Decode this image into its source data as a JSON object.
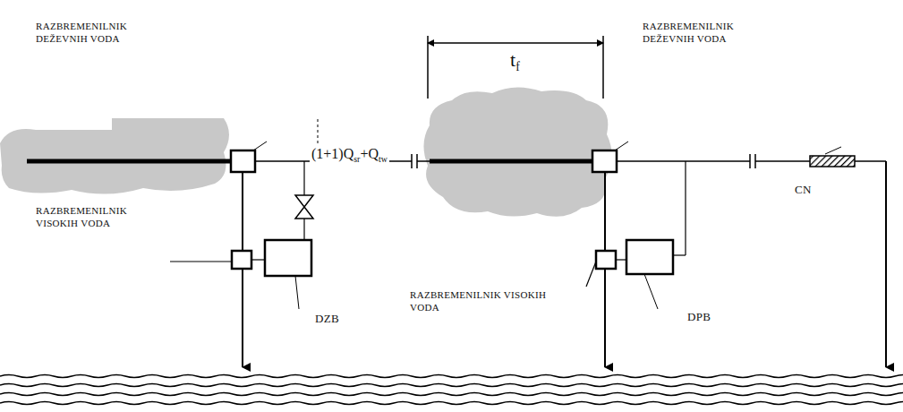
{
  "diagram": {
    "labels": [
      "RAZBREMENILNIK DEŽEVNIH VODA",
      "RAZBREMENILNIK VISOKIH VODA",
      "(1+1)Q",
      "sr",
      "+Q",
      "tw",
      "t",
      "f",
      "RAZBREMENILNIK DEŽEVNIH VODA",
      "RAZBREMENILNIK VISOKIH VODA",
      "DZB",
      "DPB",
      "CN"
    ]
  }
}
